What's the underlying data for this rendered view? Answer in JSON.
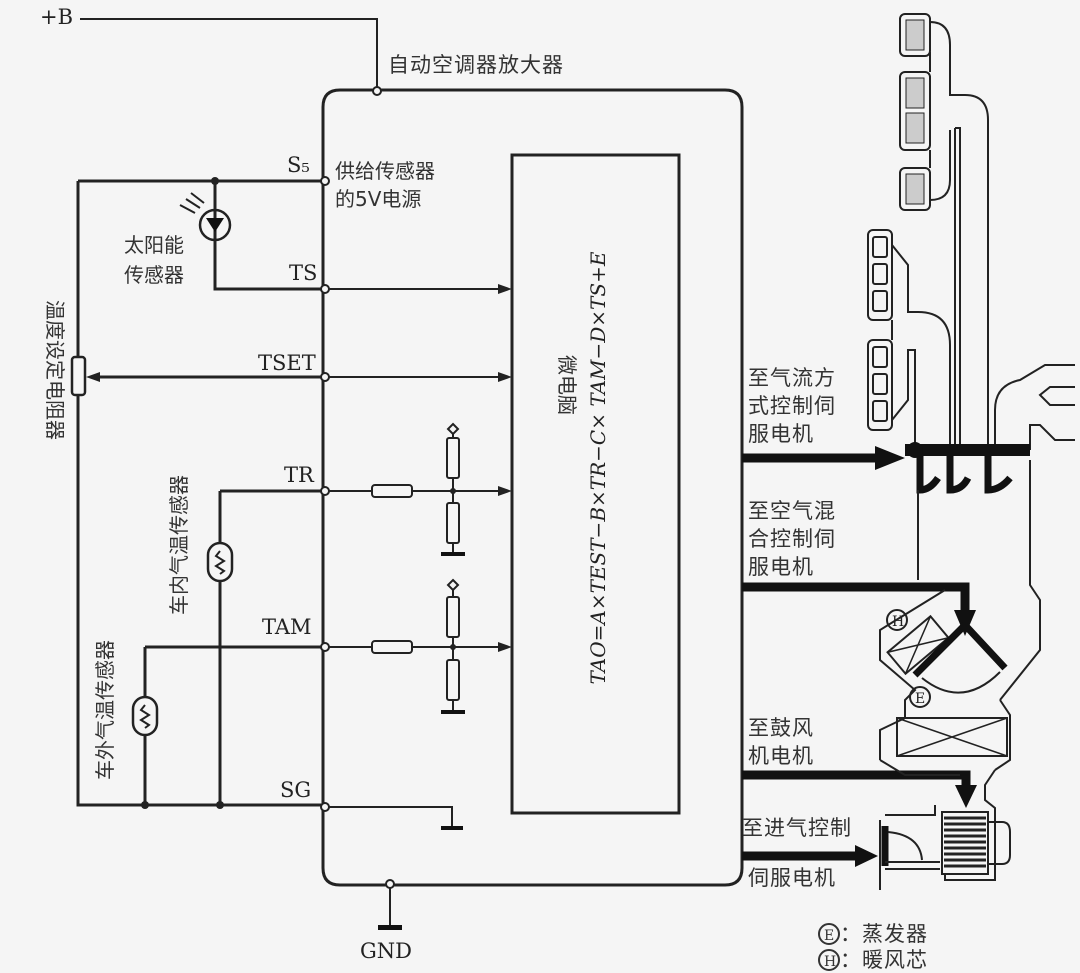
{
  "diagram": {
    "power_label": "+B",
    "amplifier_label": "自动空调器放大器",
    "s5_label": "S₅",
    "sensor_supply_label": [
      "供给传感器",
      "的5V电源"
    ],
    "pins": {
      "ts": "TS",
      "tset": "TSET",
      "tr": "TR",
      "tam": "TAM",
      "sg": "SG"
    },
    "ground_label": "GND",
    "solar_sensor_label": [
      "太阳能",
      "传感器"
    ],
    "temp_set_resistor_label": "温度设定电阻器",
    "in_car_sensor_label": "车内气温传感器",
    "ambient_sensor_label": "车外气温传感器",
    "microcomputer_label": "微电脑",
    "formula": "TAO=A×TEST−B×TR−C× TAM−D×TS+E",
    "outputs": [
      {
        "lines": [
          "至气流方",
          "式控制伺",
          "服电机"
        ]
      },
      {
        "lines": [
          "至空气混",
          "合控制伺",
          "服电机"
        ]
      },
      {
        "lines": [
          "至鼓风",
          "机电机"
        ]
      },
      {
        "lines": [
          "至进气控制",
          "伺服电机"
        ]
      }
    ],
    "legend": [
      {
        "symbol": "E",
        "text": "：蒸发器"
      },
      {
        "symbol": "H",
        "text": "：暖风芯"
      }
    ]
  }
}
